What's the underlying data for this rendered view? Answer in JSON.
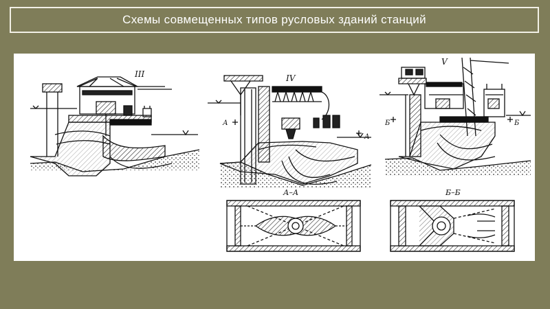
{
  "header": {
    "title": "Схемы совмещенных типов русловых зданий станций"
  },
  "diagram": {
    "schemes": [
      {
        "roman": "III"
      },
      {
        "roman": "IV"
      },
      {
        "roman": "V"
      }
    ],
    "section_labels": [
      {
        "text": "А–А"
      },
      {
        "text": "Б–Б"
      }
    ],
    "cut_marks": [
      {
        "text": "А"
      },
      {
        "text": "А"
      },
      {
        "text": "Б"
      },
      {
        "text": "Б"
      }
    ]
  },
  "colors": {
    "background": "#7f7d59",
    "panel": "#ffffff",
    "ink": "#111111"
  }
}
